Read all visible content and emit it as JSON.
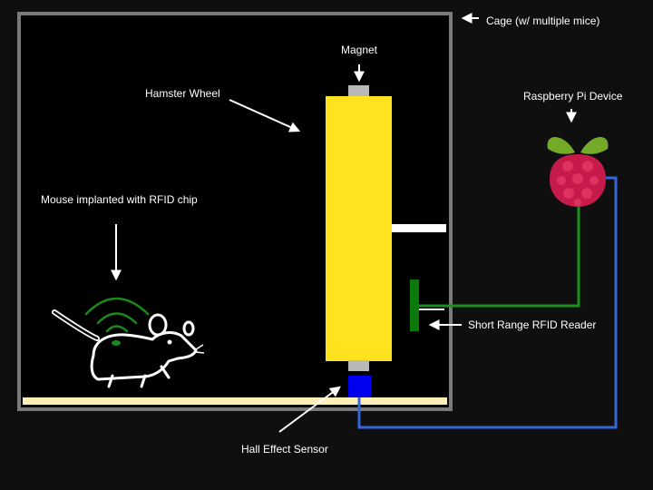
{
  "labels": {
    "cage": "Cage (w/ multiple mice)",
    "magnet": "Magnet",
    "wheel": "Hamster Wheel",
    "raspberry_pi": "Raspberry Pi Device",
    "mouse": "Mouse implanted with RFID chip",
    "rfid_reader": "Short Range RFID Reader",
    "hall_sensor": "Hall Effect Sensor"
  },
  "colors": {
    "background": "#0f0f0f",
    "cage_border": "#7a7a7a",
    "cage_inner": "#000000",
    "wheel": "#ffe31f",
    "magnet": "#b8b8b8",
    "floor": "#fff0b8",
    "rfid_reader": "#0a7a0a",
    "green_wire": "#1f8f1f",
    "blue_wire": "#3366dd",
    "hall_sensor": "#0000ee",
    "rfid_signal": "#1a8a1a",
    "pi_berry": "#c51a4a",
    "pi_leaf": "#75a928"
  },
  "icons": {
    "raspberry_pi": "raspberry-pi-logo-icon",
    "mouse": "mouse-icon"
  }
}
